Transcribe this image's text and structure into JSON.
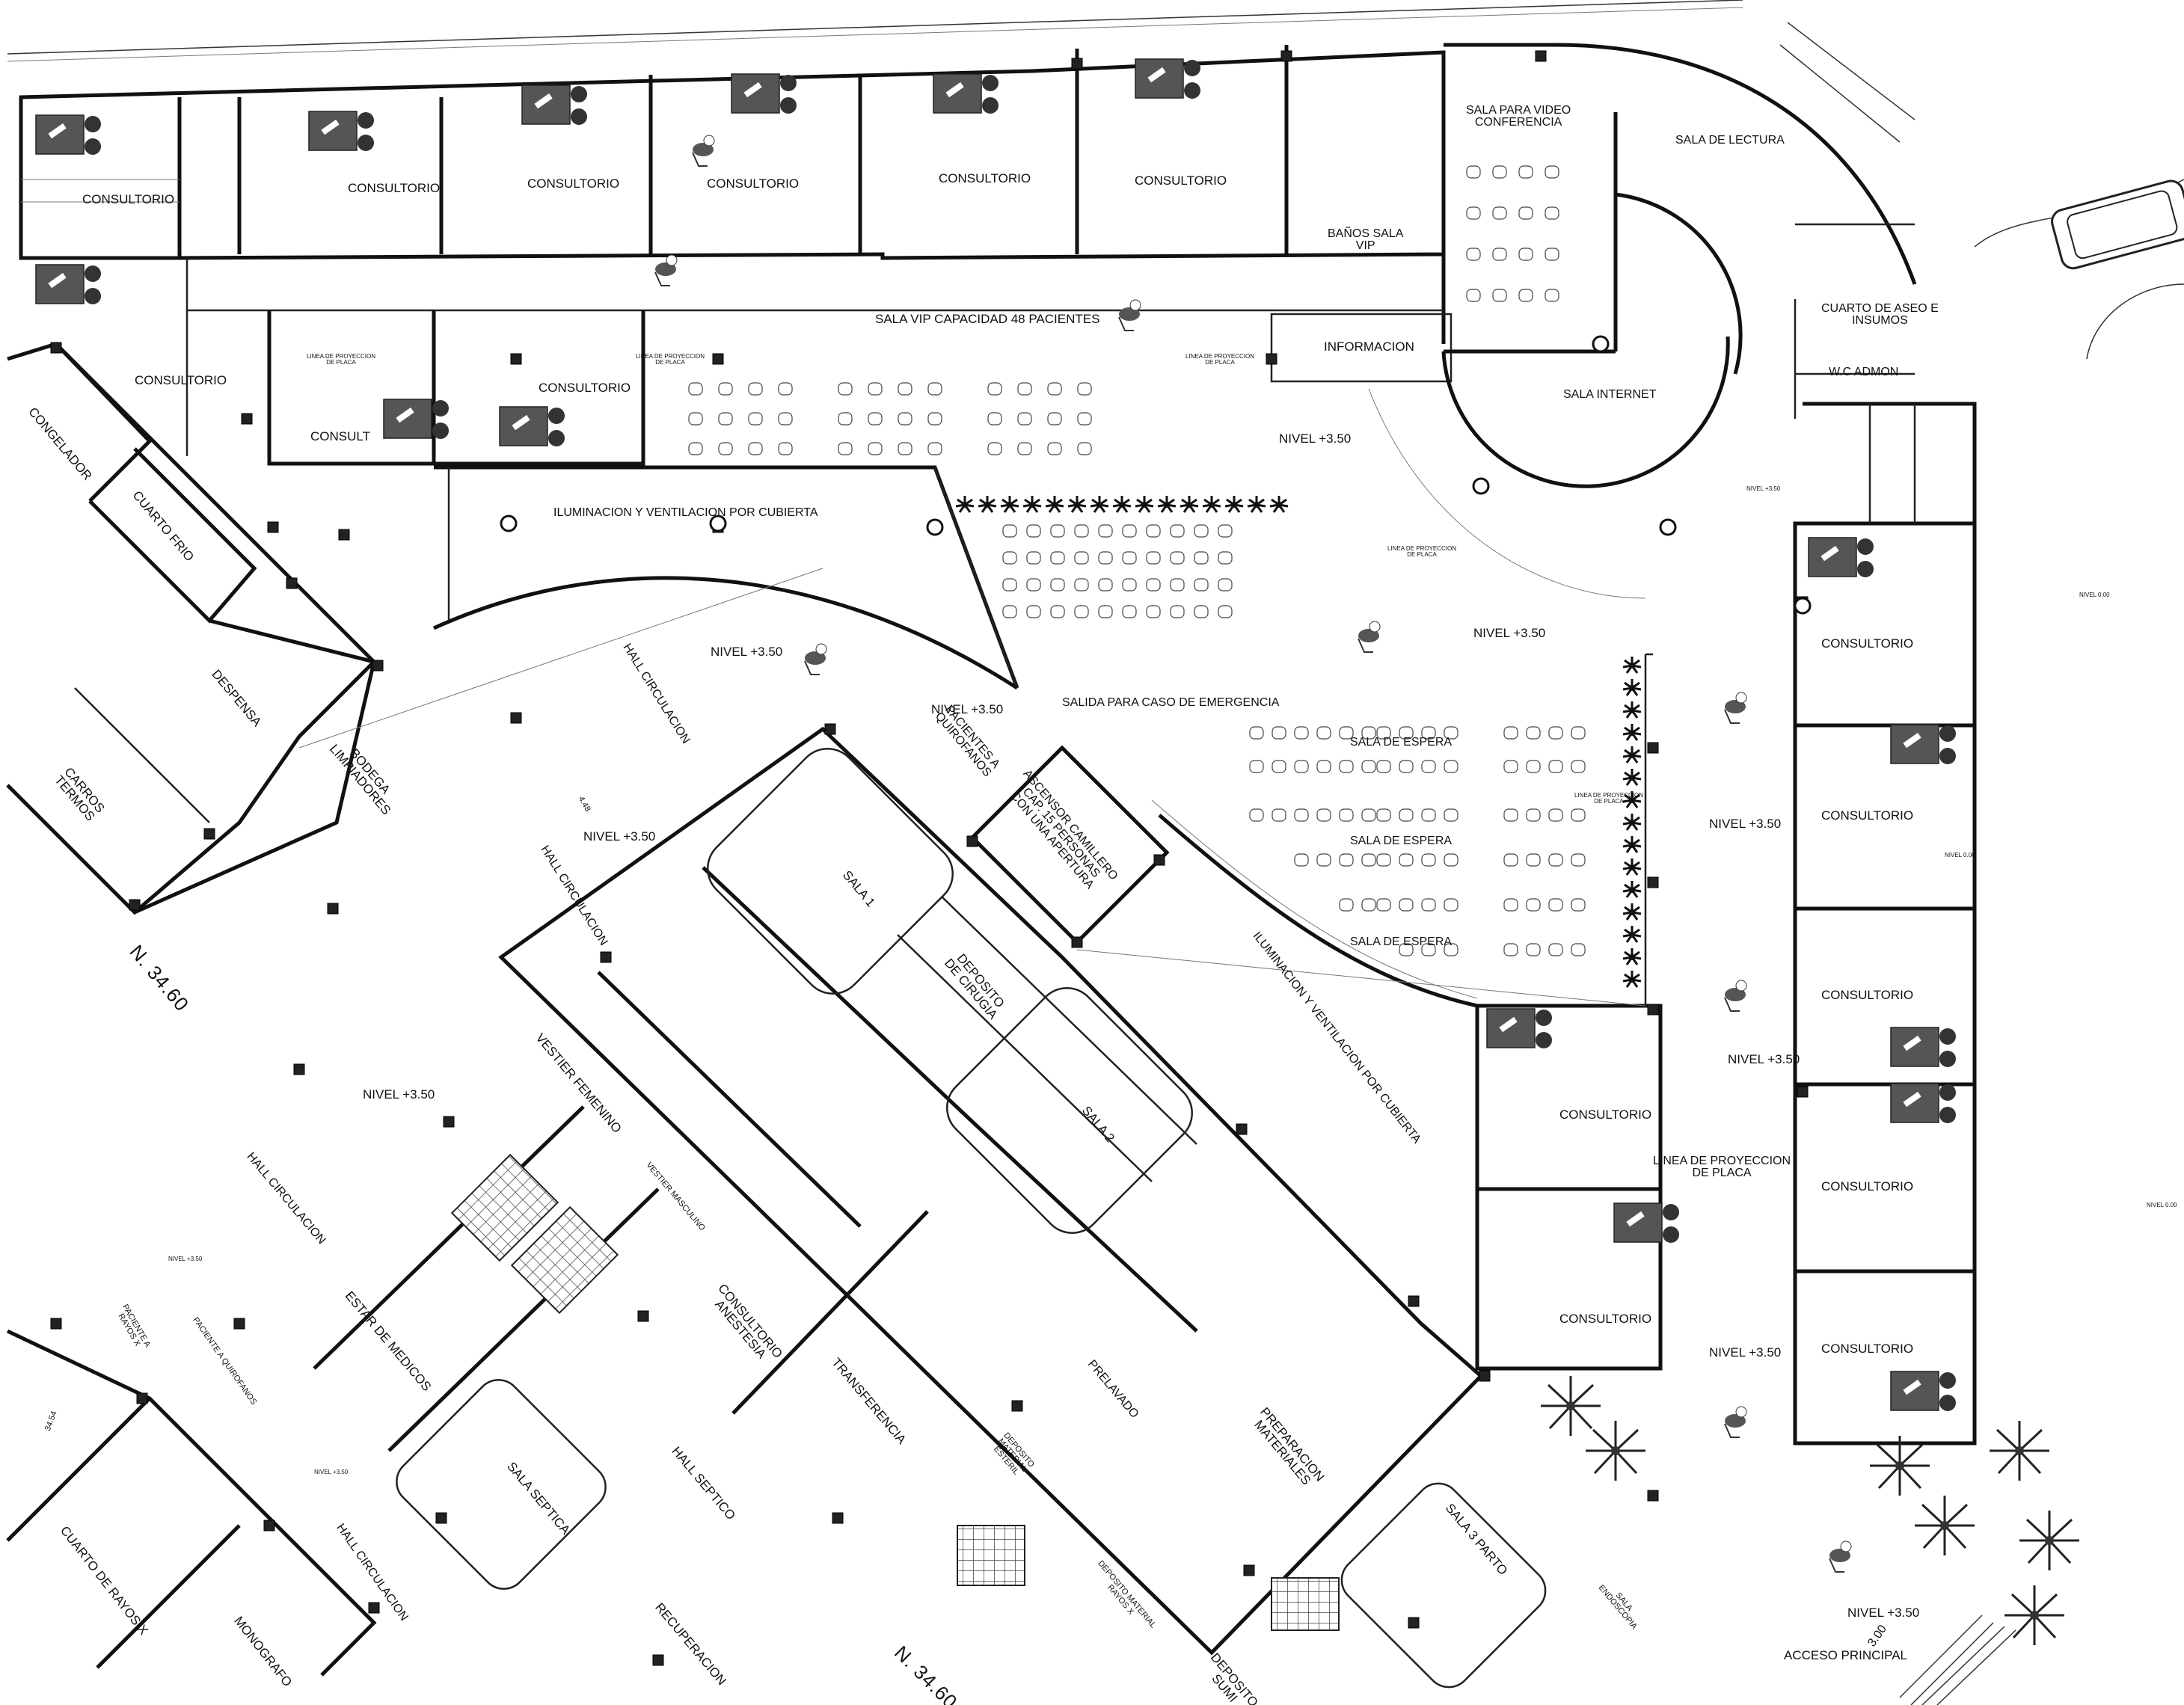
{
  "labels": {
    "consultorio": "CONSULTORIO",
    "consultorio_cut": "CONSULT",
    "consultorio_cut_b": "CONSULTORIO",
    "banos_vip": "BAÑOS SALA\nVIP",
    "video_conf": "SALA PARA VIDEO\nCONFERENCIA",
    "lectura": "SALA DE LECTURA",
    "aseo": "CUARTO DE ASEO E\nINSUMOS",
    "wc_admon": "W.C ADMON",
    "sala_vip": "SALA VIP CAPACIDAD 48 PACIENTES",
    "informacion": "INFORMACION",
    "sala_internet": "SALA INTERNET",
    "linea_placa": "LINEA DE PROYECCION\nDE PLACA",
    "linea_placa_big": "LINEA DE PROYECCION\nDE PLACA",
    "nivel_350": "NIVEL +3.50",
    "nivel_000": "NIVEL 0.00",
    "iluminacion": "ILUMINACION Y VENTILACION POR CUBIERTA",
    "iluminacion_diag": "ILUMINACION Y VENTILACION POR CUBIERTA",
    "salida_emergencia": "SALIDA PARA CASO DE EMERGENCIA",
    "sala_espera": "SALA DE ESPERA",
    "congelador": "CONGELADOR",
    "cuarto_frio": "CUARTO FRIO",
    "despensa": "DESPENSA",
    "bodega": "BODEGA\nLIMPIADORES",
    "carros_termos": "CARROS\nTERMOS",
    "hall_circulacion": "HALL CIRCULACION",
    "pacientes_quirofanos": "PACIENTES A\nQUIROFANOS",
    "ascensor": "ASCENSOR CAMILLERO\nCAP. 15 PERSONAS\nCON UNA APERTURA",
    "sala_1": "SALA 1",
    "sala_2": "SALA 2",
    "deposito_cirugia": "DEPOSITO\nDE CIRUGIA",
    "n_3460": "N. 34.60",
    "vestier_femenino": "VESTIER FEMENINO",
    "vestier_masculino": "VESTIER MASCULINO",
    "consultorio_anestesia": "CONSULTORIO\nANESTESIA",
    "transferencia": "TRANSFERENCIA",
    "estar_medicos": "ESTAR DE MEDICOS",
    "sala_septica": "SALA SEPTICA",
    "hall_septico": "HALL SEPTICO",
    "recuperacion": "RECUPERACION",
    "prelavado": "PRELAVADO",
    "deposito_material_esteril": "DEPOSITO\nMATERIAL\nESTERIL",
    "deposito_material_rayos": "DEPOSITO MATERIAL\nRAYOS X",
    "preparacion_materiales": "PREPARACION\nMATERIALES",
    "sala_3_parto": "SALA 3 PARTO",
    "sala_endoscopia": "SALA\nENDOSCOPIA",
    "deposito_sumi": "DEPOSITO\nSUMI",
    "paciente_rayos": "PACIENTE A\nRAYOS X",
    "paciente_quirofanos": "PACIENTE A QUIROFANOS",
    "cuarto_rayos": "CUARTO DE RAYOS X",
    "monografo": "MONOGRAFO",
    "acceso_principal": "ACCESO PRINCIPAL",
    "dim_300": "3.00",
    "dim_448": "4.48",
    "dim_3454": "34.54"
  }
}
